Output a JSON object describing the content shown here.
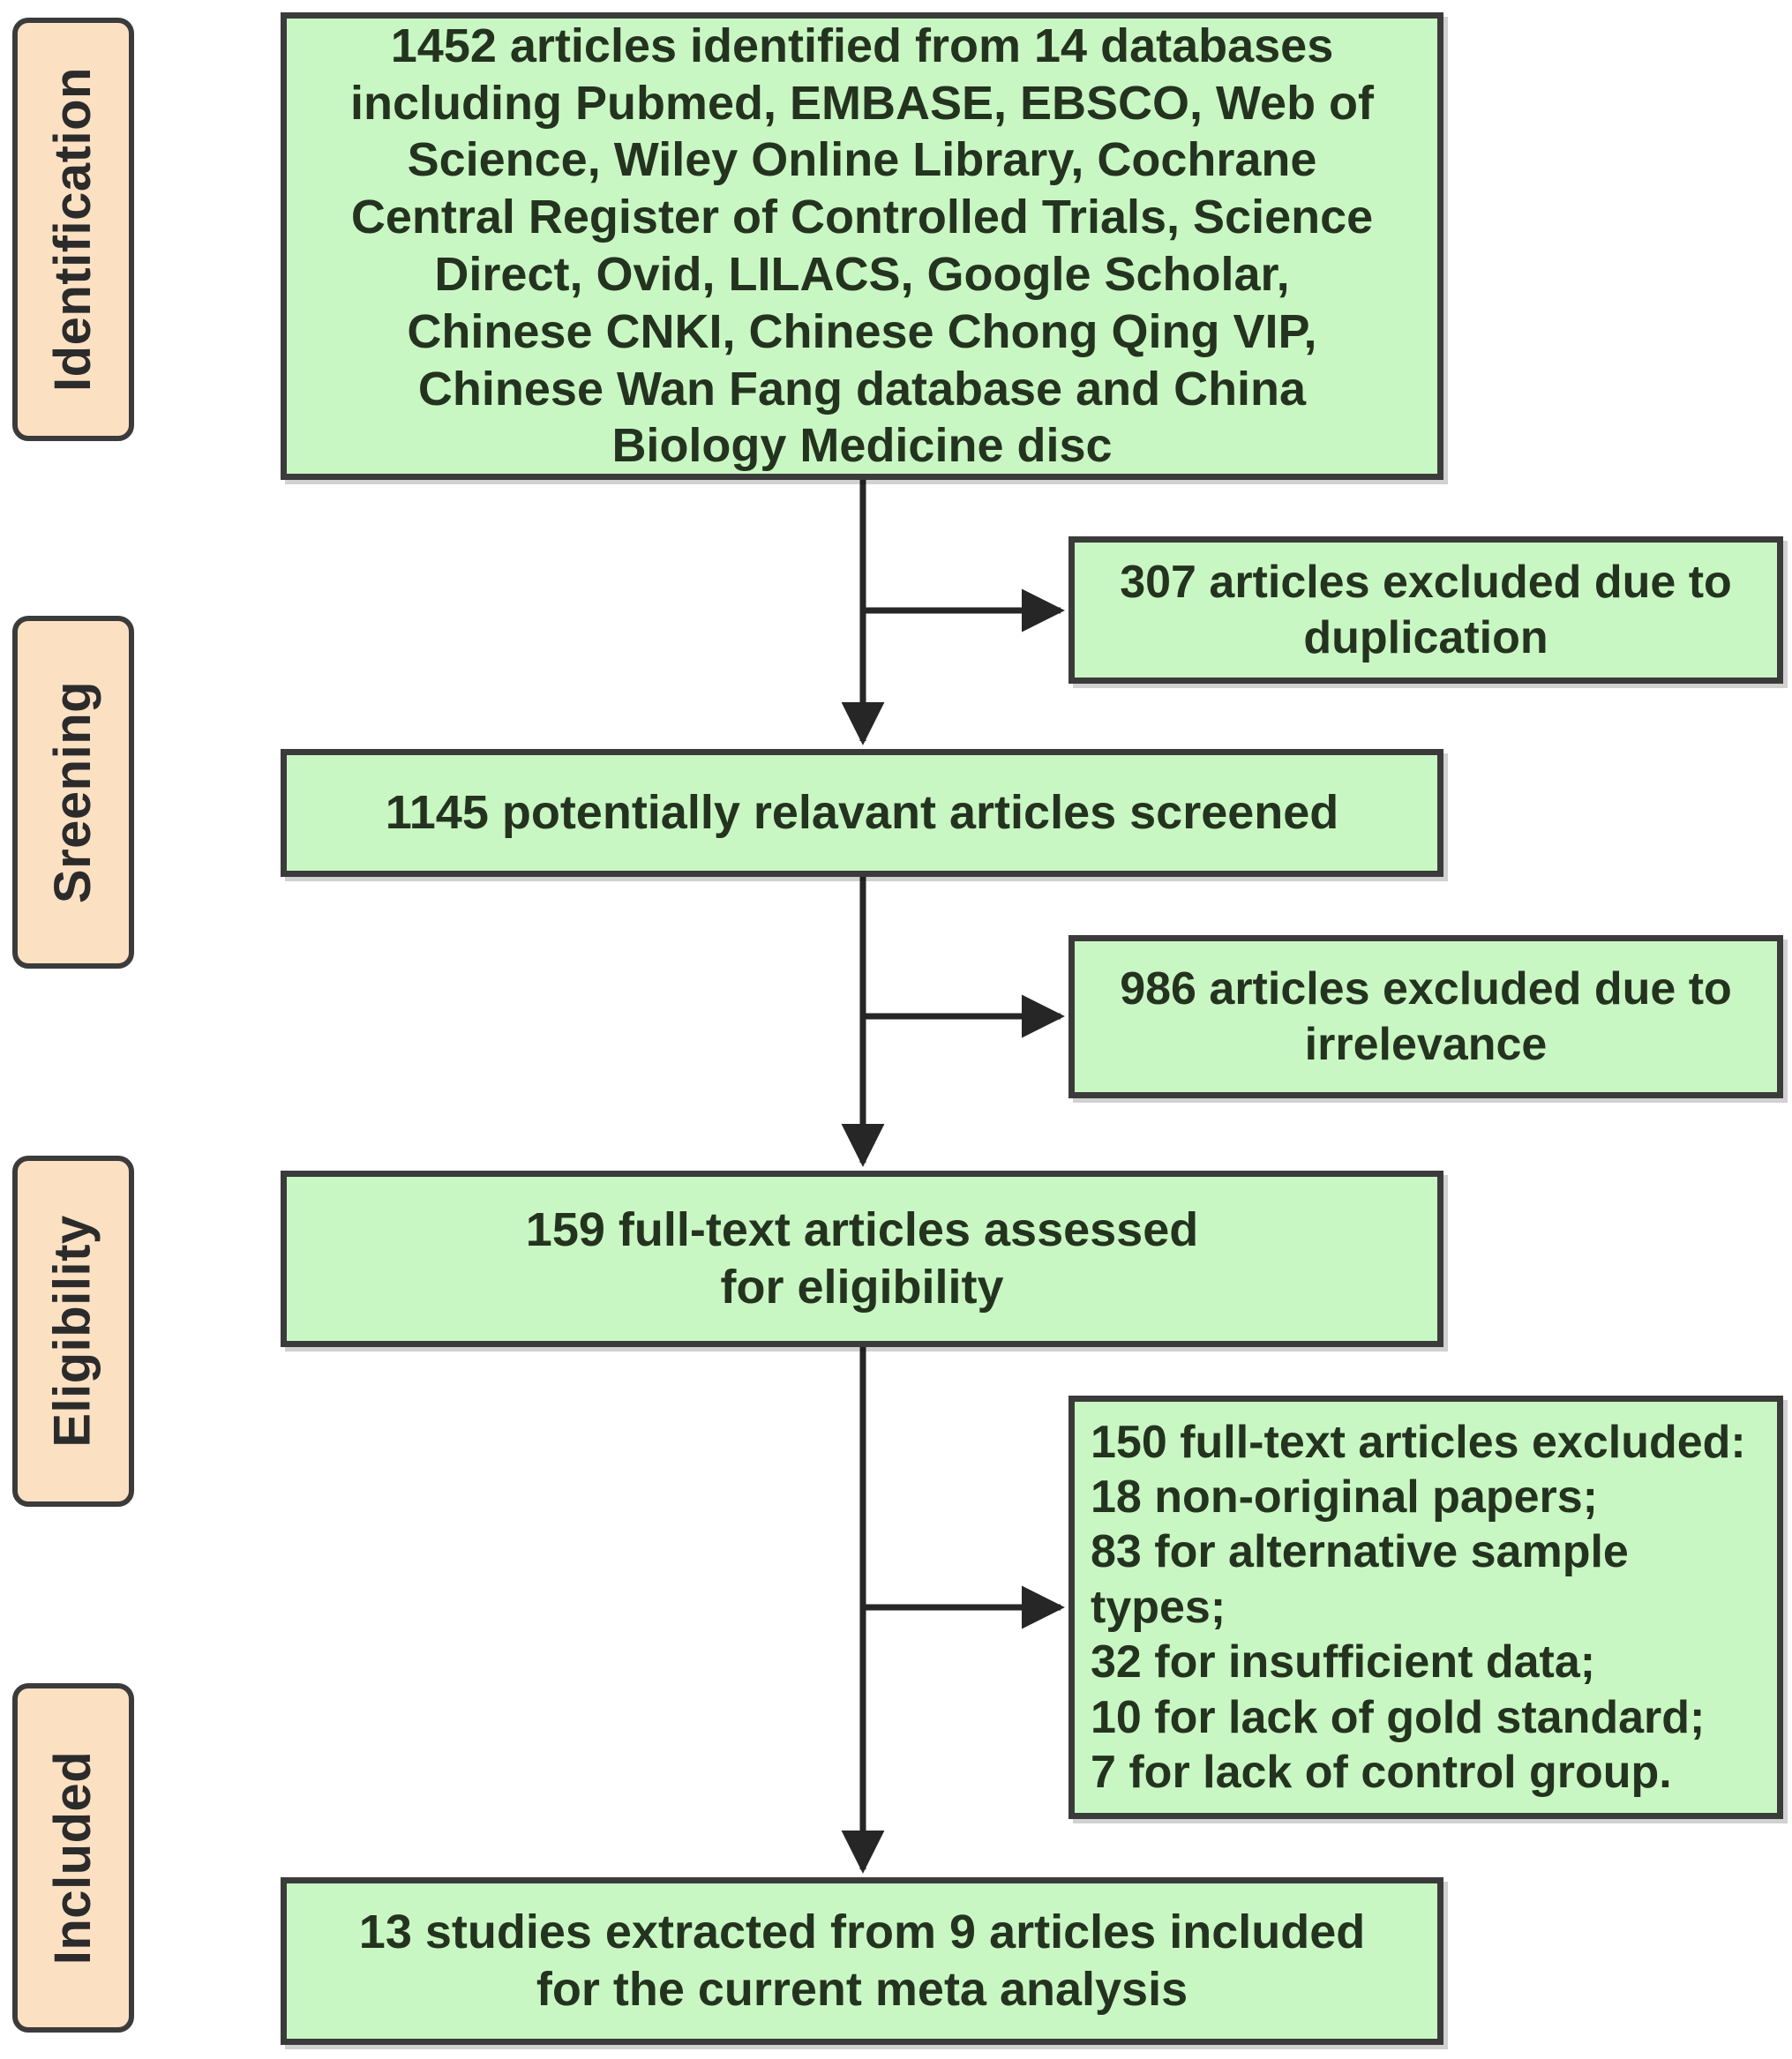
{
  "diagram": {
    "type": "prisma-flow-diagram",
    "colors": {
      "box_fill": "#c9f7c3",
      "box_border": "#3b3b3b",
      "stage_fill": "#fce0c2",
      "text": "#24331f",
      "background": "#ffffff"
    },
    "stages": [
      {
        "id": "identification",
        "label": "Identification"
      },
      {
        "id": "screening",
        "label": "Sreening"
      },
      {
        "id": "eligibility",
        "label": "Eligibility"
      },
      {
        "id": "included",
        "label": "Included"
      }
    ],
    "flow_boxes": [
      {
        "id": "identified",
        "stage": "identification",
        "count": 1452,
        "text": "1452 articles identified from 14 databases\nincluding Pubmed,  EMBASE, EBSCO, Web of\nScience, Wiley Online Library, Cochrane\nCentral Register of Controlled Trials, Science\nDirect, Ovid, LILACS, Google Scholar,\nChinese CNKI,  Chinese Chong Qing VIP,\nChinese Wan Fang database and China\nBiology Medicine disc"
      },
      {
        "id": "screened",
        "stage": "screening",
        "count": 1145,
        "text": "1145 potentially relavant articles screened"
      },
      {
        "id": "fulltext-assessed",
        "stage": "eligibility",
        "count": 159,
        "text": "159 full-text articles assessed\nfor eligibility"
      },
      {
        "id": "included-studies",
        "stage": "included",
        "count": 13,
        "text": "13 studies extracted from 9 articles included\nfor the current meta analysis"
      }
    ],
    "exclusion_boxes": [
      {
        "id": "excluded-duplication",
        "count": 307,
        "text": "307 articles excluded due to\nduplication"
      },
      {
        "id": "excluded-irrelevance",
        "count": 986,
        "text": "986 articles excluded due to\nirrelevance"
      },
      {
        "id": "excluded-fulltext",
        "count": 150,
        "text": "150 full-text articles excluded:\n18 non-original papers;\n83 for alternative sample\ntypes;\n32 for insufficient data;\n10 for lack of gold standard;\n7 for lack of control group."
      }
    ]
  },
  "chart_data": {
    "type": "diagram",
    "title": "PRISMA study selection flow diagram",
    "nodes": [
      {
        "id": "identified",
        "stage": "Identification",
        "n": 1452
      },
      {
        "id": "excluded-duplication",
        "stage": "Identification",
        "n": 307
      },
      {
        "id": "screened",
        "stage": "Sreening",
        "n": 1145
      },
      {
        "id": "excluded-irrelevance",
        "stage": "Sreening",
        "n": 986
      },
      {
        "id": "fulltext-assessed",
        "stage": "Eligibility",
        "n": 159
      },
      {
        "id": "excluded-fulltext",
        "stage": "Eligibility",
        "n": 150
      },
      {
        "id": "included-studies",
        "stage": "Included",
        "n": 13
      }
    ],
    "exclusion_breakdown": [
      {
        "reason": "non-original papers",
        "n": 18
      },
      {
        "reason": "alternative sample types",
        "n": 83
      },
      {
        "reason": "insufficient data",
        "n": 32
      },
      {
        "reason": "lack of gold standard",
        "n": 10
      },
      {
        "reason": "lack of control group",
        "n": 7
      }
    ],
    "edges": [
      {
        "from": "identified",
        "to": "screened"
      },
      {
        "from": "identified",
        "to": "excluded-duplication"
      },
      {
        "from": "screened",
        "to": "fulltext-assessed"
      },
      {
        "from": "screened",
        "to": "excluded-irrelevance"
      },
      {
        "from": "fulltext-assessed",
        "to": "included-studies"
      },
      {
        "from": "fulltext-assessed",
        "to": "excluded-fulltext"
      }
    ]
  }
}
